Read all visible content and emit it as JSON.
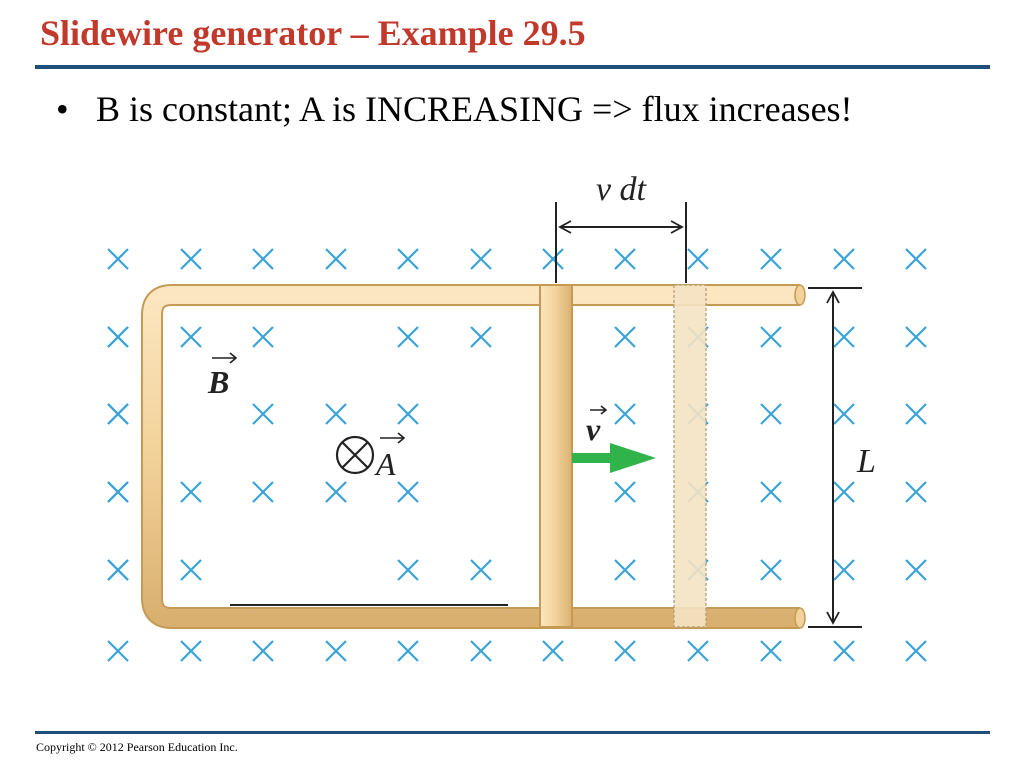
{
  "slide": {
    "title": "Slidewire generator – Example 29.5",
    "bullet": "B is constant; A is INCREASING => flux increases!",
    "copyright": "Copyright © 2012 Pearson Education Inc."
  },
  "diagram": {
    "label_vdt": "v dt",
    "label_B": "B",
    "label_A": "A",
    "label_v": "v",
    "label_L": "L",
    "colors": {
      "field_x": "#3aa3d8",
      "wire": "#f2d29a",
      "wire_edge": "#c49a55",
      "arrow_green": "#2fb34a",
      "title_red": "#c0392b",
      "rule_blue": "#1f4e79"
    },
    "icons": [
      "field-into-page-x",
      "area-vector-into-page-icon",
      "velocity-arrow"
    ]
  }
}
